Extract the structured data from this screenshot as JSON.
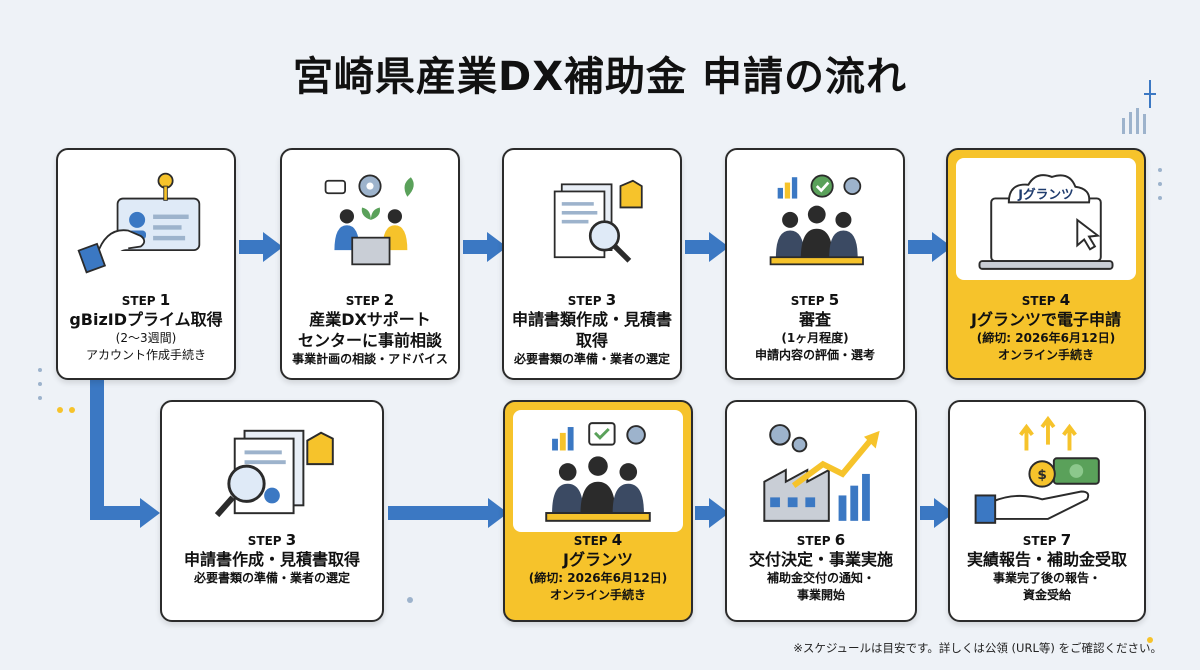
{
  "title": "宮崎県産業DX補助金 申請の流れ",
  "colors": {
    "arrow": "#3b78c3",
    "highlight": "#f6c32b",
    "border": "#2b2b2b"
  },
  "row1": [
    {
      "step_prefix": "STEP",
      "step_num": "1",
      "title": "gBizIDプライム取得",
      "lines": [
        "(2〜3週間)",
        "アカウント作成手続き"
      ],
      "icon": "id-card-key-icon"
    },
    {
      "step_prefix": "STEP",
      "step_num": "2",
      "title": "産業DXサポート",
      "title2": "センターに事前相談",
      "lines": [
        "事業計画の相談・アドバイス"
      ],
      "icon": "consultation-meeting-icon"
    },
    {
      "step_prefix": "STEP",
      "step_num": "3",
      "title": "申請書類作成・見積書取得",
      "lines": [
        "必要書類の準備・業者の選定"
      ],
      "icon": "documents-magnifier-icon"
    },
    {
      "step_prefix": "STEP",
      "step_num": "5",
      "title": "審査",
      "lines": [
        "(1ヶ月程度)",
        "申請内容の評価・選考"
      ],
      "icon": "review-panel-icon"
    },
    {
      "step_prefix": "STEP",
      "step_num": "4",
      "title": "Jグランツで電子申請",
      "lines": [
        "(締切: 2026年6月12日)",
        "オンライン手続き"
      ],
      "icon": "laptop-jgrants-icon",
      "logo_text": "Jグランツ"
    }
  ],
  "row2": [
    {
      "step_prefix": "STEP",
      "step_num": "3",
      "title": "申請書作成・見積書取得",
      "lines": [
        "必要書類の準備・業者の選定"
      ],
      "icon": "documents-magnifier-icon"
    },
    {
      "step_prefix": "STEP",
      "step_num": "4",
      "title": "Jグランツ",
      "lines": [
        "(締切: 2026年6月12日)",
        "オンライン手続き"
      ],
      "icon": "review-panel-icon"
    },
    {
      "step_prefix": "STEP",
      "step_num": "6",
      "title": "交付決定・事業実施",
      "lines": [
        "補助金交付の通知・",
        "事業開始"
      ],
      "icon": "factory-growth-icon"
    },
    {
      "step_prefix": "STEP",
      "step_num": "7",
      "title": "実績報告・補助金受取",
      "lines": [
        "事業完了後の報告・",
        "資金受給"
      ],
      "icon": "money-hand-icon"
    }
  ],
  "note": "※スケジュールは目安です。詳しくは公領 (URL等) をご確認ください。"
}
